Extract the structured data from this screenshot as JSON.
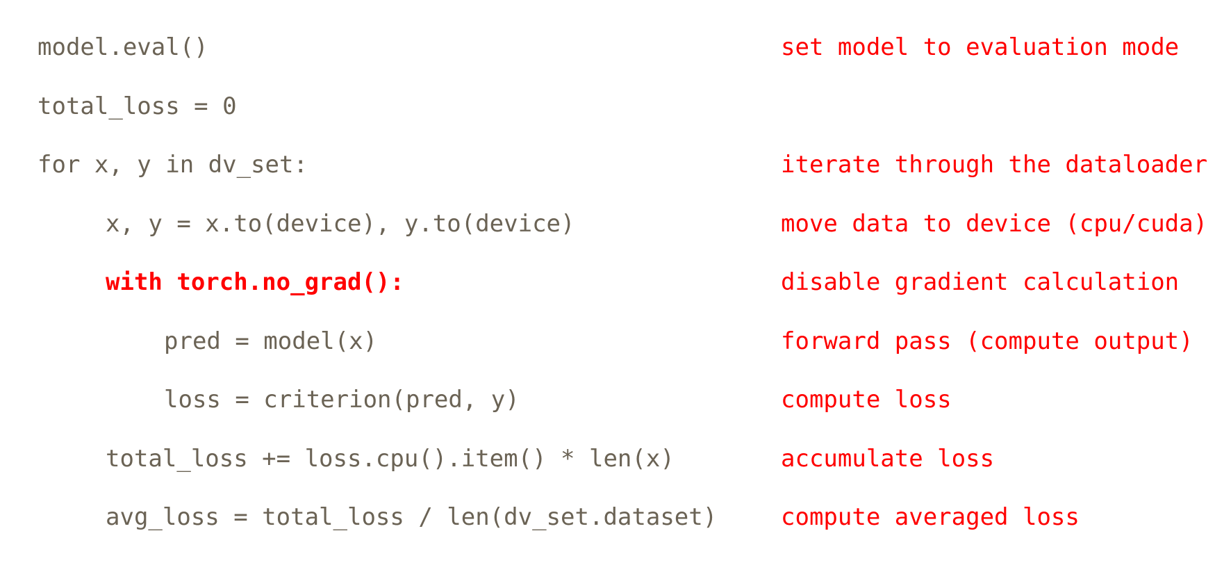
{
  "colors": {
    "background": "#ffffff",
    "code_text": "#6b6355",
    "comment_text": "#ff0000",
    "highlight_text": "#ff0000"
  },
  "rows": [
    {
      "code": "model.eval()",
      "indent": 0,
      "highlight": false,
      "comment": "set model to evaluation mode"
    },
    {
      "code": "total_loss = 0",
      "indent": 0,
      "highlight": false
    },
    {
      "code": "for x, y in dv_set:",
      "indent": 0,
      "highlight": false,
      "comment": "iterate through the dataloader"
    },
    {
      "code": "x, y = x.to(device), y.to(device)",
      "indent": 1,
      "highlight": false,
      "comment": "move data to device (cpu/cuda)"
    },
    {
      "code": "with torch.no_grad():",
      "indent": 1,
      "highlight": true,
      "comment": "disable gradient calculation"
    },
    {
      "code": "pred = model(x)",
      "indent": 2,
      "highlight": false,
      "comment": "forward pass (compute output)"
    },
    {
      "code": "loss = criterion(pred, y)",
      "indent": 2,
      "highlight": false,
      "comment": "compute loss"
    },
    {
      "code": "total_loss += loss.cpu().item() * len(x)",
      "indent": 1,
      "highlight": false,
      "comment": "accumulate loss"
    },
    {
      "code": "avg_loss = total_loss / len(dv_set.dataset)",
      "indent": 1,
      "highlight": false,
      "comment": "compute averaged loss"
    }
  ]
}
